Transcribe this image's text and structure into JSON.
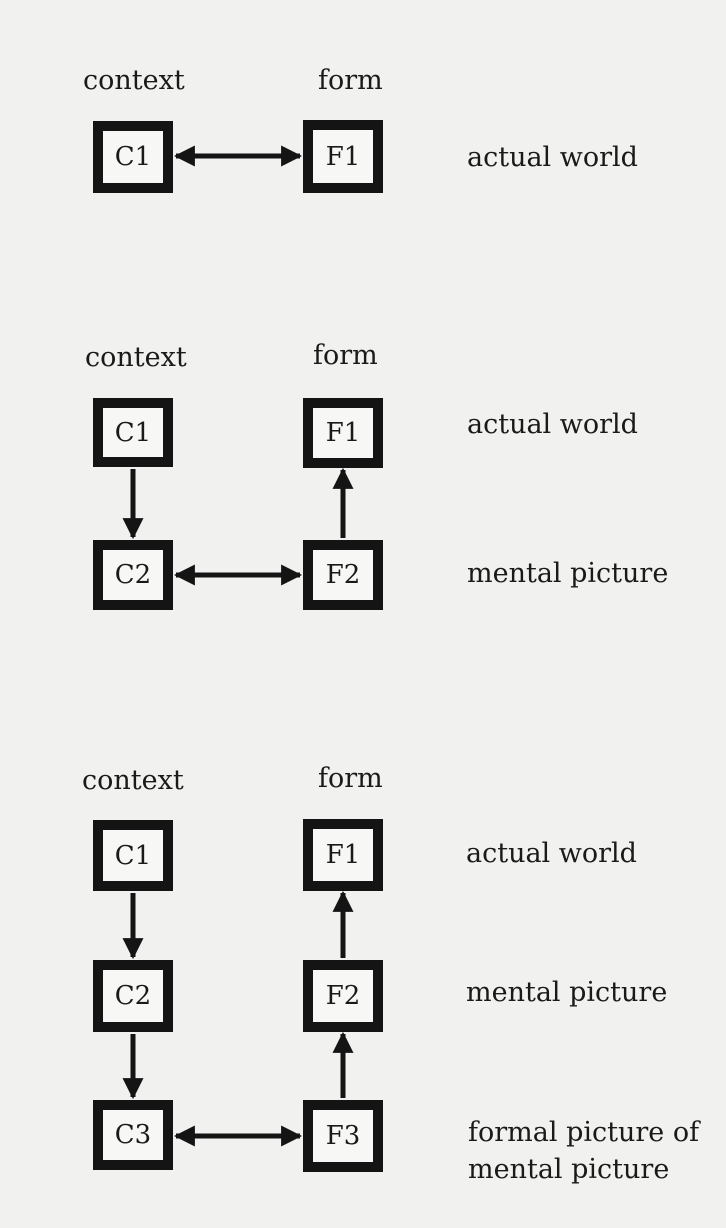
{
  "diagrams": [
    {
      "headers": {
        "context": "context",
        "form": "form"
      },
      "context_boxes": [
        "C1"
      ],
      "form_boxes": [
        "F1"
      ],
      "row_labels": [
        "actual world"
      ]
    },
    {
      "headers": {
        "context": "context",
        "form": "form"
      },
      "context_boxes": [
        "C1",
        "C2"
      ],
      "form_boxes": [
        "F1",
        "F2"
      ],
      "row_labels": [
        "actual world",
        "mental picture"
      ]
    },
    {
      "headers": {
        "context": "context",
        "form": "form"
      },
      "context_boxes": [
        "C1",
        "C2",
        "C3"
      ],
      "form_boxes": [
        "F1",
        "F2",
        "F3"
      ],
      "row_labels": [
        "actual world",
        "mental picture",
        "formal picture of mental picture"
      ]
    }
  ]
}
